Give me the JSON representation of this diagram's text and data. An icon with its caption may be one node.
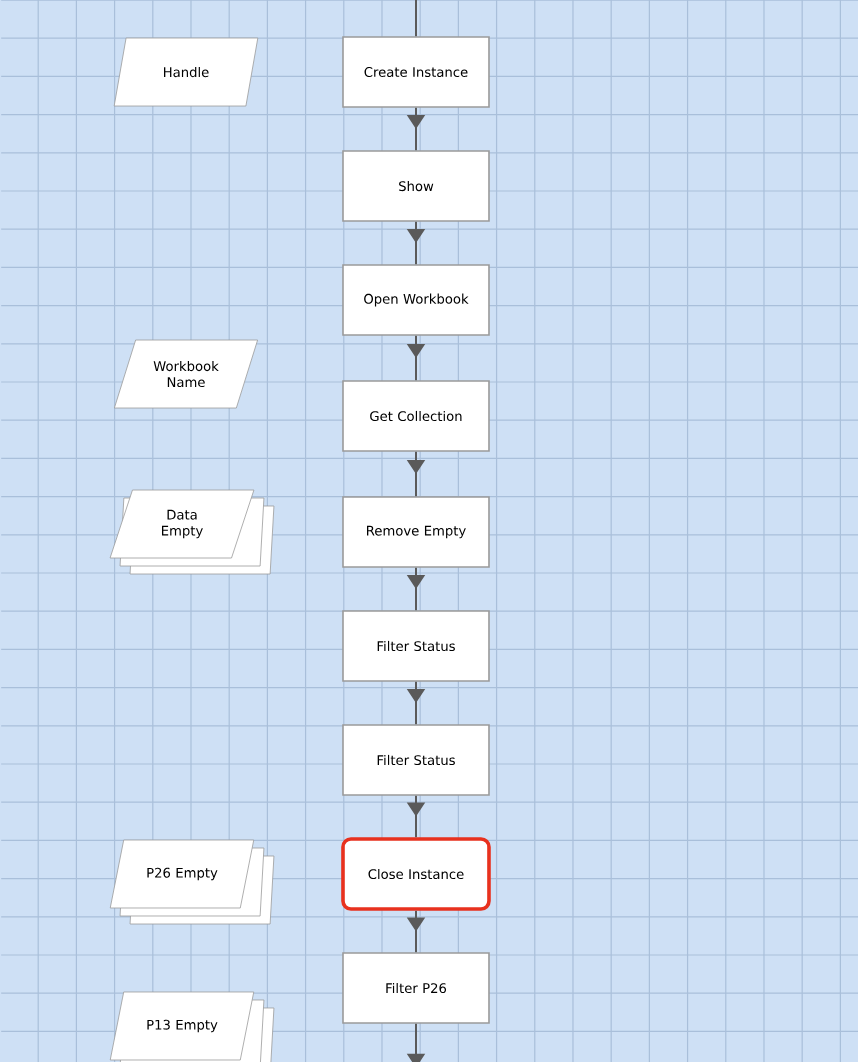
{
  "diagram": {
    "nodes": [
      {
        "text": [
          "Create Instance"
        ]
      },
      {
        "text": [
          "Show"
        ]
      },
      {
        "text": [
          "Open Workbook"
        ]
      },
      {
        "text": [
          "Get Collection"
        ]
      },
      {
        "text": [
          "Remove Empty"
        ]
      },
      {
        "text": [
          "Filter Status"
        ]
      },
      {
        "text": [
          "Filter Status"
        ]
      },
      {
        "text": [
          "Close Instance"
        ]
      },
      {
        "text": [
          "Filter P26"
        ]
      },
      {
        "text": [
          "Handle"
        ]
      },
      {
        "text": [
          "Workbook Name"
        ]
      },
      {
        "text": [
          "Data Empty"
        ]
      },
      {
        "text": [
          "P26 Empty"
        ]
      },
      {
        "text": [
          "P13 Empty"
        ]
      }
    ],
    "edges": [
      {
        "from": null,
        "to": 0,
        "arrow": "none"
      },
      {
        "from": 0,
        "to": 1,
        "arrow": "to"
      },
      {
        "from": 1,
        "to": 2,
        "arrow": "to"
      },
      {
        "from": 2,
        "to": 3,
        "arrow": "to"
      },
      {
        "from": 3,
        "to": 4,
        "arrow": "to"
      },
      {
        "from": 4,
        "to": 5,
        "arrow": "to"
      },
      {
        "from": 5,
        "to": 6,
        "arrow": "to"
      },
      {
        "from": 6,
        "to": 7,
        "arrow": "to"
      },
      {
        "from": 7,
        "to": 8,
        "arrow": "to"
      },
      {
        "from": 8,
        "to": null,
        "arrow": "to"
      }
    ]
  }
}
